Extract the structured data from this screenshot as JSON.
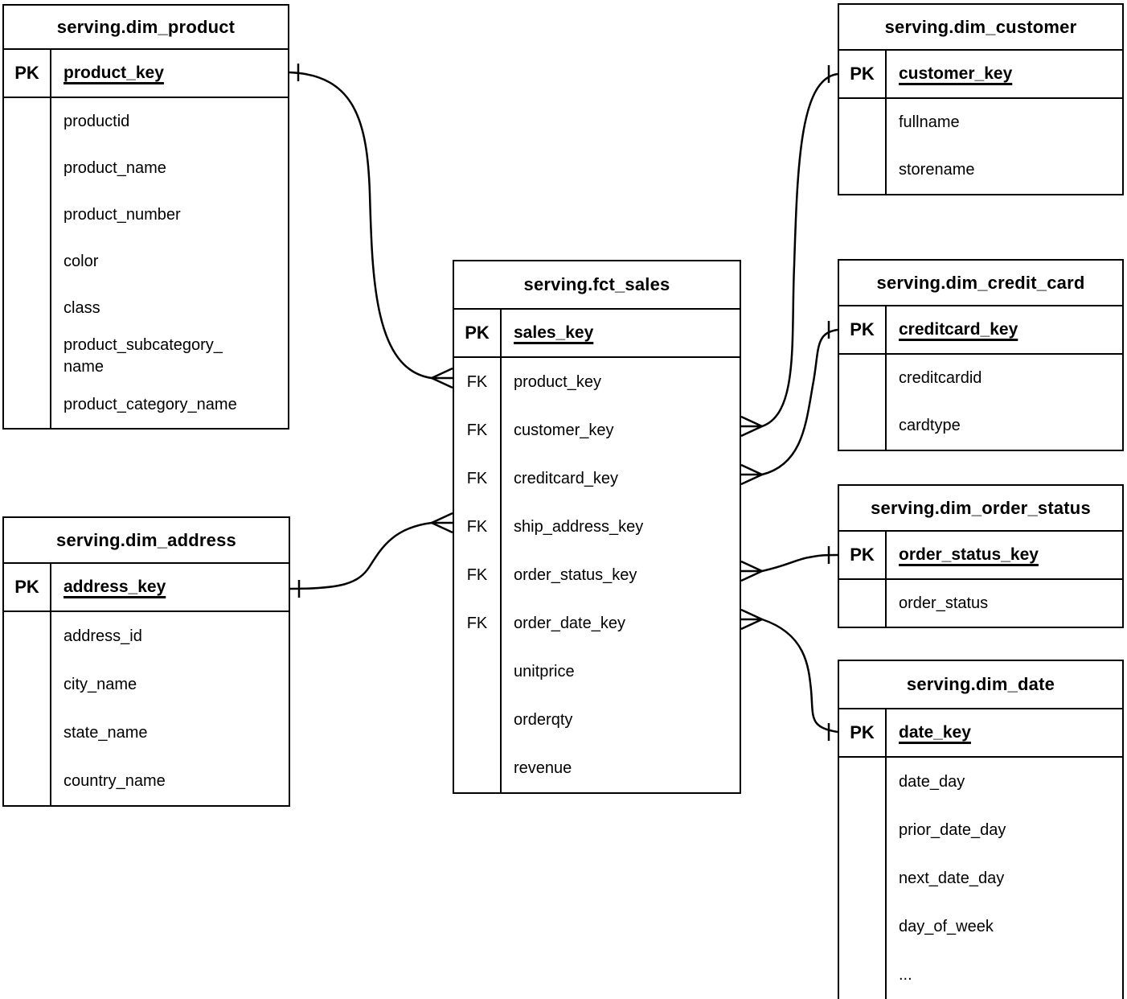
{
  "diagram_title": "serving star schema ERD",
  "notation": "crows-foot",
  "colors": {
    "background": "#ffffff",
    "border": "#000000",
    "text": "#000000",
    "line": "#000000"
  },
  "key_labels": {
    "primary": "PK",
    "foreign": "FK"
  },
  "tables": [
    {
      "id": "dim_product",
      "title": "serving.dim_product",
      "pk_label": "PK",
      "pk_field": "product_key",
      "rows": [
        {
          "key": "",
          "field": "productid"
        },
        {
          "key": "",
          "field": "product_name"
        },
        {
          "key": "",
          "field": "product_number"
        },
        {
          "key": "",
          "field": "color"
        },
        {
          "key": "",
          "field": "class"
        },
        {
          "key": "",
          "field": "product_subcategory_\nname"
        },
        {
          "key": "",
          "field": "product_category_name"
        }
      ]
    },
    {
      "id": "dim_customer",
      "title": "serving.dim_customer",
      "pk_label": "PK",
      "pk_field": "customer_key",
      "rows": [
        {
          "key": "",
          "field": "fullname"
        },
        {
          "key": "",
          "field": "storename"
        }
      ]
    },
    {
      "id": "fct_sales",
      "title": "serving.fct_sales",
      "pk_label": "PK",
      "pk_field": "sales_key",
      "rows": [
        {
          "key": "FK",
          "field": "product_key"
        },
        {
          "key": "FK",
          "field": "customer_key"
        },
        {
          "key": "FK",
          "field": "creditcard_key"
        },
        {
          "key": "FK",
          "field": "ship_address_key"
        },
        {
          "key": "FK",
          "field": "order_status_key"
        },
        {
          "key": "FK",
          "field": "order_date_key"
        },
        {
          "key": "",
          "field": "unitprice"
        },
        {
          "key": "",
          "field": "orderqty"
        },
        {
          "key": "",
          "field": "revenue"
        }
      ]
    },
    {
      "id": "dim_credit_card",
      "title": "serving.dim_credit_card",
      "pk_label": "PK",
      "pk_field": "creditcard_key",
      "rows": [
        {
          "key": "",
          "field": "creditcardid"
        },
        {
          "key": "",
          "field": "cardtype"
        }
      ]
    },
    {
      "id": "dim_order_status",
      "title": "serving.dim_order_status",
      "pk_label": "PK",
      "pk_field": "order_status_key",
      "rows": [
        {
          "key": "",
          "field": "order_status"
        }
      ]
    },
    {
      "id": "dim_date",
      "title": "serving.dim_date",
      "pk_label": "PK",
      "pk_field": "date_key",
      "rows": [
        {
          "key": "",
          "field": "date_day"
        },
        {
          "key": "",
          "field": "prior_date_day"
        },
        {
          "key": "",
          "field": "next_date_day"
        },
        {
          "key": "",
          "field": "day_of_week"
        },
        {
          "key": "",
          "field": "..."
        }
      ]
    },
    {
      "id": "dim_address",
      "title": "serving.dim_address",
      "pk_label": "PK",
      "pk_field": "address_key",
      "rows": [
        {
          "key": "",
          "field": "address_id"
        },
        {
          "key": "",
          "field": "city_name"
        },
        {
          "key": "",
          "field": "state_name"
        },
        {
          "key": "",
          "field": "country_name"
        }
      ]
    }
  ],
  "relationships": [
    {
      "from": "serving.fct_sales.product_key",
      "to": "serving.dim_product.product_key",
      "from_cardinality": "many",
      "to_cardinality": "one"
    },
    {
      "from": "serving.fct_sales.customer_key",
      "to": "serving.dim_customer.customer_key",
      "from_cardinality": "many",
      "to_cardinality": "one"
    },
    {
      "from": "serving.fct_sales.creditcard_key",
      "to": "serving.dim_credit_card.creditcard_key",
      "from_cardinality": "many",
      "to_cardinality": "one"
    },
    {
      "from": "serving.fct_sales.ship_address_key",
      "to": "serving.dim_address.address_key",
      "from_cardinality": "many",
      "to_cardinality": "one"
    },
    {
      "from": "serving.fct_sales.order_status_key",
      "to": "serving.dim_order_status.order_status_key",
      "from_cardinality": "many",
      "to_cardinality": "one"
    },
    {
      "from": "serving.fct_sales.order_date_key",
      "to": "serving.dim_date.date_key",
      "from_cardinality": "many",
      "to_cardinality": "one"
    }
  ]
}
